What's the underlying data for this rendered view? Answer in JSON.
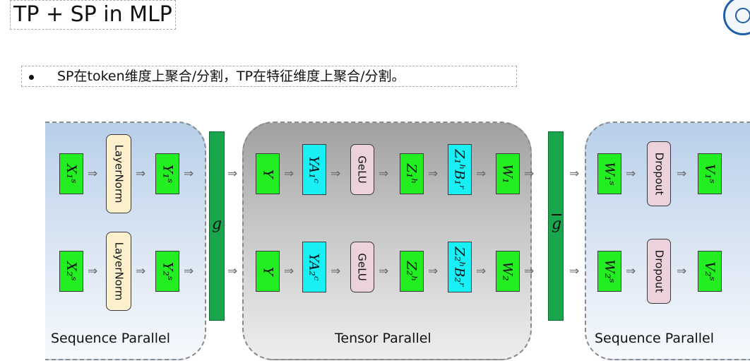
{
  "slide": {
    "title": "TP + SP in MLP",
    "bullet": "SP在token维度上聚合/分割，TP在特征维度上聚合/分割。"
  },
  "diagram": {
    "left_region_label": "Sequence Parallel",
    "middle_region_label": "Tensor Parallel",
    "right_region_label": "Sequence Parallel",
    "g_label": "g",
    "gbar_label": "g",
    "row1": {
      "input": "X₁ˢ",
      "layernorm": "LayerNorm",
      "ln_out": "Y₁ˢ",
      "y": "Y",
      "linear1": "YA₁ᶜ",
      "gelu": "GeLU",
      "z": "Z₁ʰ",
      "linear2": "Z₁ʰB₁ʳ",
      "w": "W₁",
      "w_sp": "W₁ˢ",
      "dropout": "Dropout",
      "out": "V₁ˢ"
    },
    "row2": {
      "input": "X₂ˢ",
      "layernorm": "LayerNorm",
      "ln_out": "Y₂ˢ",
      "y": "Y",
      "linear1": "YA₂ᶜ",
      "gelu": "GeLU",
      "z": "Z₂ʰ",
      "linear2": "Z₂ʰB₂ʳ",
      "w": "W₂",
      "w_sp": "W₂ˢ",
      "dropout": "Dropout",
      "out": "V₂ˢ"
    },
    "arrow_glyph": "⇒",
    "colors": {
      "green_box": "#22ee22",
      "cyan_box": "#18f0f5",
      "layernorm_box": "#fdf0cc",
      "gelu_box": "#ecd2dc",
      "g_bar": "#1aa64c"
    }
  }
}
